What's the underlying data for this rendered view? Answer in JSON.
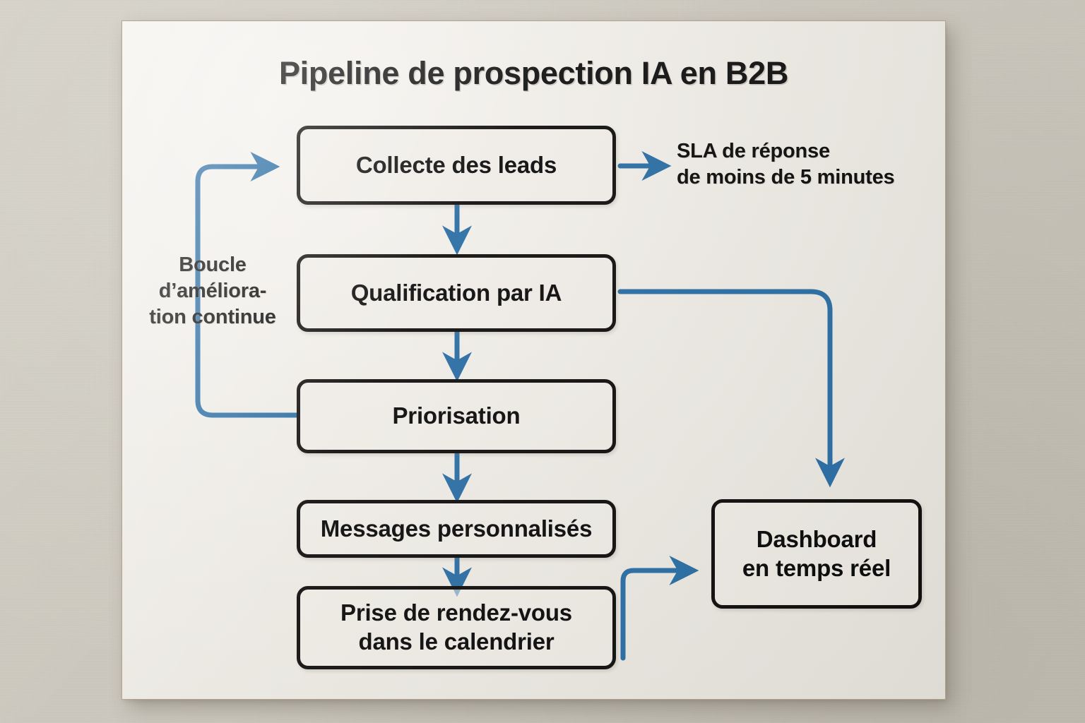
{
  "diagram": {
    "title": "Pipeline de prospection IA en B2B",
    "colors": {
      "wall": "#cdc9c0",
      "panel": "#ece9e3",
      "box_border": "#100f0e",
      "arrow": "#2b6da3",
      "text": "#0b0b0b"
    },
    "nodes": [
      {
        "id": "collecte",
        "label": "Collecte des leads"
      },
      {
        "id": "qualification",
        "label": "Qualification par IA"
      },
      {
        "id": "priorisation",
        "label": "Priorisation"
      },
      {
        "id": "messages",
        "label": "Messages personnalisés"
      },
      {
        "id": "rendezvous",
        "line1": "Prise de rendez-vous",
        "line2": "dans le calendrier"
      },
      {
        "id": "dashboard",
        "line1": "Dashboard",
        "line2": "en temps réel"
      }
    ],
    "annotations": [
      {
        "id": "sla",
        "line1": "SLA de réponse",
        "line2": "de moins de 5 minutes"
      },
      {
        "id": "loop",
        "line1": "Boucle",
        "line2": "d’améliora-",
        "line3": "tion continue"
      }
    ],
    "edges": [
      {
        "from": "collecte",
        "to": "qualification",
        "kind": "arrow-down"
      },
      {
        "from": "qualification",
        "to": "priorisation",
        "kind": "arrow-down"
      },
      {
        "from": "priorisation",
        "to": "messages",
        "kind": "arrow-down"
      },
      {
        "from": "messages",
        "to": "rendezvous",
        "kind": "arrow-down"
      },
      {
        "from": "collecte",
        "to": "sla",
        "kind": "arrow-right"
      },
      {
        "from": "qualification",
        "to": "dashboard",
        "kind": "elbow-right-down"
      },
      {
        "from": "rendezvous",
        "to": "dashboard",
        "kind": "elbow-up-right"
      },
      {
        "from": "priorisation",
        "to": "collecte",
        "kind": "loop-left-up"
      }
    ]
  }
}
